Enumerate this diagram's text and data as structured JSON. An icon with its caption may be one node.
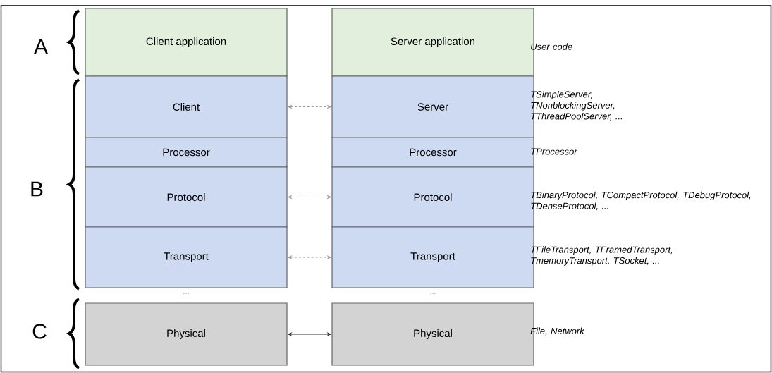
{
  "diagram": {
    "nodes": [
      {
        "text": [
          "Client application"
        ]
      },
      {
        "text": [
          "Server application"
        ]
      },
      {
        "text": [
          "Client"
        ]
      },
      {
        "text": [
          "Server"
        ]
      },
      {
        "text": [
          "Processor"
        ]
      },
      {
        "text": [
          "Processor"
        ]
      },
      {
        "text": [
          "Protocol"
        ]
      },
      {
        "text": [
          "Protocol"
        ]
      },
      {
        "text": [
          "Transport"
        ]
      },
      {
        "text": [
          "Transport"
        ]
      },
      {
        "text": [
          "Physical"
        ]
      },
      {
        "text": [
          "Physical"
        ]
      }
    ],
    "edges": [
      {
        "from": 2,
        "to": 3,
        "arrow": "both",
        "style": "dashed"
      },
      {
        "from": 6,
        "to": 7,
        "arrow": "both",
        "style": "dashed"
      },
      {
        "from": 8,
        "to": 9,
        "arrow": "both",
        "style": "dashed"
      },
      {
        "from": 10,
        "to": 11,
        "arrow": "both",
        "color": "#333333"
      }
    ],
    "labels": [
      "A",
      "User code",
      "TSimpleServer, TNonblockingServer, TThreadPoolServer, ...",
      "B",
      "TProcessor",
      "TBinaryProtocol, TCompactProtocol, TDebugProtocol, TDenseProtocol, ...",
      "TFileTransport, TFramedTransport, TmemoryTransport, TSocket, ...",
      "...",
      "...",
      "C",
      "File, Network"
    ]
  }
}
